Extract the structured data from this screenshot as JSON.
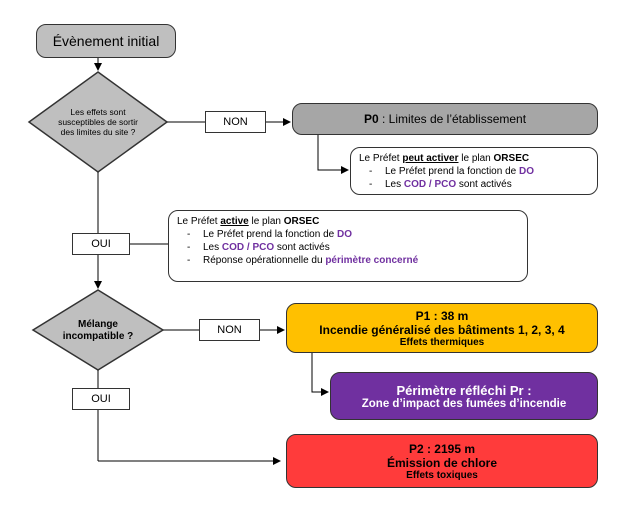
{
  "start": "Évènement initial",
  "decision1": "Les effets sont susceptibles de sortir des limites du site ?",
  "decision2": "Mélange incompatible ?",
  "non1": "NON",
  "non2": "NON",
  "oui1": "OUI",
  "oui2": "OUI",
  "p0": {
    "code": "P0",
    "text": " : Limites de l’établissement",
    "color": "#a6a6a6"
  },
  "note1": {
    "l1a": "Le Préfet ",
    "l1b": "peut activer",
    "l1c": " le plan ",
    "l1d": "ORSEC",
    "i1a": "Le Préfet prend la fonction de ",
    "i1b": "DO",
    "i2a": "Les ",
    "i2b": "COD / PCO",
    "i2c": " sont activés"
  },
  "note2": {
    "l1a": "Le Préfet ",
    "l1b": "active",
    "l1c": " le plan ",
    "l1d": "ORSEC",
    "i1a": "Le Préfet prend la fonction de ",
    "i1b": "DO",
    "i2a": "Les ",
    "i2b": "COD / PCO",
    "i2c": " sont activés",
    "i3a": "Réponse opérationnelle du ",
    "i3b": "périmètre concerné"
  },
  "p1": {
    "title": "P1 : 38 m",
    "line2": "Incendie généralisé des bâtiments 1, 2, 3, 4",
    "line3": "Effets thermiques",
    "color": "#ffc000"
  },
  "pr": {
    "title": "Périmètre réfléchi Pr :",
    "line2": "Zone d’impact des fumées d’incendie",
    "color": "#7030a0"
  },
  "p2": {
    "title": "P2 : 2195 m",
    "line2": "Émission de chlore",
    "line3": "Effets toxiques",
    "color": "#ff3b3b"
  }
}
